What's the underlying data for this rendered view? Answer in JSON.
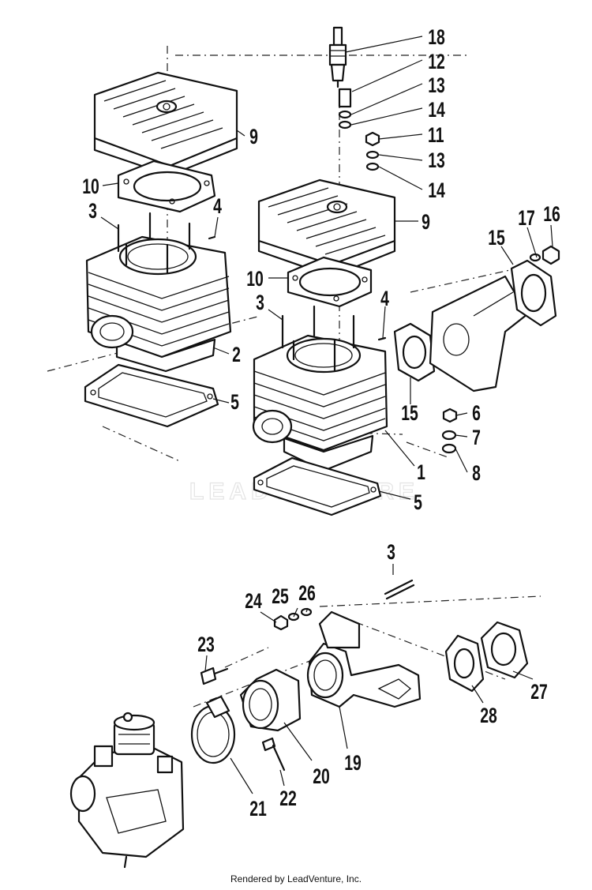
{
  "watermark": "LEADVENTURE",
  "footer": {
    "credit": "Rendered by LeadVenture, Inc."
  },
  "callouts": [
    "18",
    "12",
    "13",
    "14",
    "11",
    "13",
    "14",
    "9",
    "10",
    "4",
    "3",
    "9",
    "17",
    "16",
    "15",
    "10",
    "3",
    "4",
    "2",
    "5",
    "15",
    "6",
    "7",
    "8",
    "1",
    "5",
    "3",
    "25",
    "26",
    "24",
    "23",
    "27",
    "28",
    "19",
    "20",
    "21",
    "22"
  ]
}
